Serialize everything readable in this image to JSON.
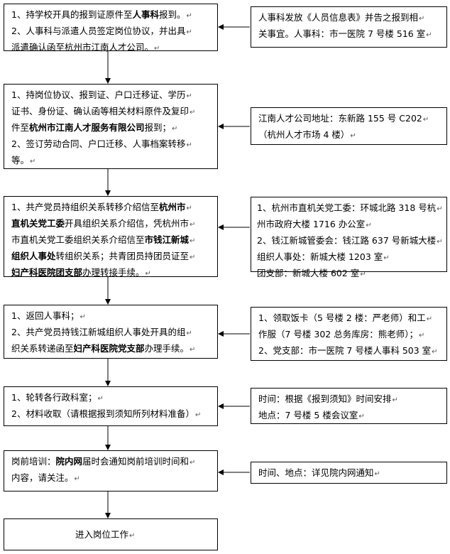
{
  "steps": [
    {
      "text": [
        [
          "1、持学校开具的报到证原件至",
          {
            "b": "人事科"
          },
          "报到。"
        ],
        [
          "2、人事科与派遣人员签定岗位协议，并出具"
        ],
        [
          "派遣确认函至杭州市江南人才公司。"
        ]
      ],
      "note": [
        [
          "人事科发放《人员信息表》并告之报到相"
        ],
        [
          "关事宜。人事科：市一医院 7 号楼 516 室"
        ]
      ]
    },
    {
      "text": [
        [
          "1、持岗位协议、报到证、户口迁移证、学历"
        ],
        [
          "证书、身份证、确认函等相关材料原件及复印"
        ],
        [
          "件至",
          {
            "b": "杭州市江南人才服务有限公司"
          },
          "报到；"
        ],
        [
          "2、签订劳动合同、户口迁移、人事档案转移"
        ],
        [
          "等。"
        ]
      ],
      "note": [
        [
          "江南人才公司地址：东新路 155 号 C202"
        ],
        [
          "（杭州人才市场 4 楼）"
        ]
      ]
    },
    {
      "text": [
        [
          "1、共产党员持组织关系转移介绍信至",
          {
            "b": "杭州市"
          }
        ],
        [
          {
            "b": "直机关党工委"
          },
          "开具组织关系介绍信，凭杭州市"
        ],
        [
          "市直机关党工委组织关系介绍信至",
          {
            "b": "市钱江新城"
          }
        ],
        [
          {
            "b": "组织人事处"
          },
          "转组织关系；共青团员持团员证至"
        ],
        [
          {
            "b": "妇产科医院团支部"
          },
          "办理转接手续。"
        ]
      ],
      "note": [
        [
          "1、杭州市直机关党工委：环城北路 318 号杭"
        ],
        [
          "州市政府大楼 1716 办公室"
        ],
        [
          "2、钱江新城管委会：钱江路 637 号新城大楼"
        ],
        [
          "组织人事处：新城大楼 1203 室"
        ],
        [
          "团支部：新城大楼 602 室"
        ]
      ]
    },
    {
      "text": [
        [
          "1、返回人事科；"
        ],
        [
          "2、共产党员持钱江新城组织人事处开具的组"
        ],
        [
          "织关系转递函至",
          {
            "b": "妇产科医院党支部"
          },
          "办理手续。"
        ]
      ],
      "note": [
        [
          "1、领取饭卡（5 号楼 2 楼：严老师）和工"
        ],
        [
          "作服（7 号楼 302 总务库房：熊老师）；"
        ],
        [
          "2、党支部：市一医院 7 号楼人事科 503 室"
        ]
      ]
    },
    {
      "text": [
        [
          "1、轮转各行政科室；"
        ],
        [
          "2、材料收取（请根据报到须知所列材料准备）"
        ]
      ],
      "note": [
        [
          "时间：根据《报到须知》时间安排"
        ],
        [
          "地点：7 号楼 5 楼会议室"
        ]
      ]
    },
    {
      "text": [
        [
          "岗前培训：",
          {
            "b": "院内网"
          },
          "届时会通知岗前培训时间和"
        ],
        [
          "内容，请关注。"
        ]
      ],
      "note": [
        [
          "时间、地点：详见院内网通知"
        ]
      ]
    },
    {
      "text": [
        [
          "进入岗位工作"
        ]
      ],
      "note": null
    }
  ]
}
